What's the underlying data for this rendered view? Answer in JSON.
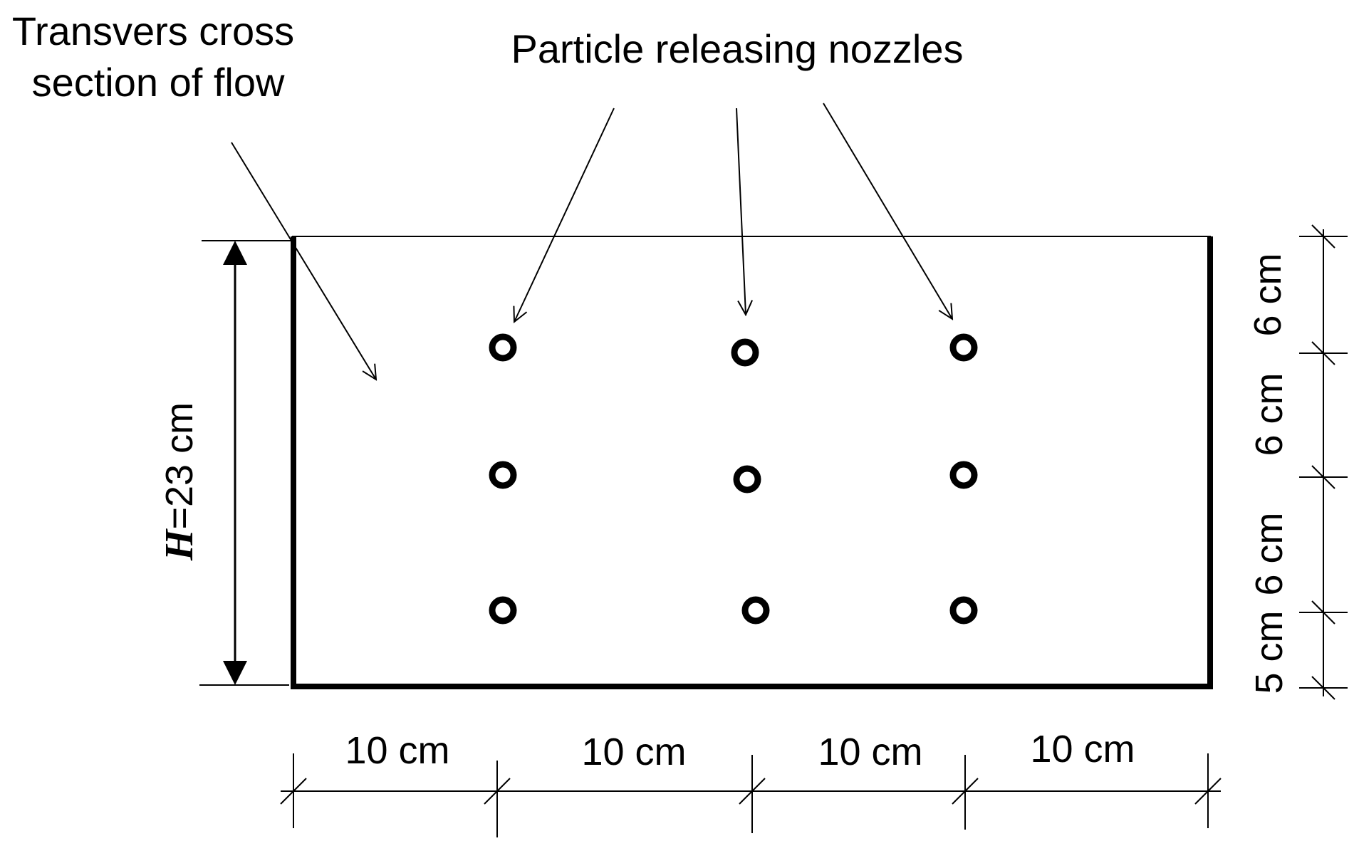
{
  "labels": {
    "cross_section": [
      "Transvers cross",
      "section of flow"
    ],
    "nozzles": "Particle releasing nozzles",
    "height_symbol": "H",
    "height_value": "=23 cm"
  },
  "dimensions": {
    "bottom": [
      "10 cm",
      "10 cm",
      "10 cm",
      "10 cm"
    ],
    "right": [
      "6 cm",
      "6 cm",
      "6 cm",
      "5 cm"
    ]
  },
  "nozzle_grid": {
    "columns": 3,
    "rows": 3
  },
  "colors": {
    "ink": "#000000",
    "background": "#ffffff"
  }
}
